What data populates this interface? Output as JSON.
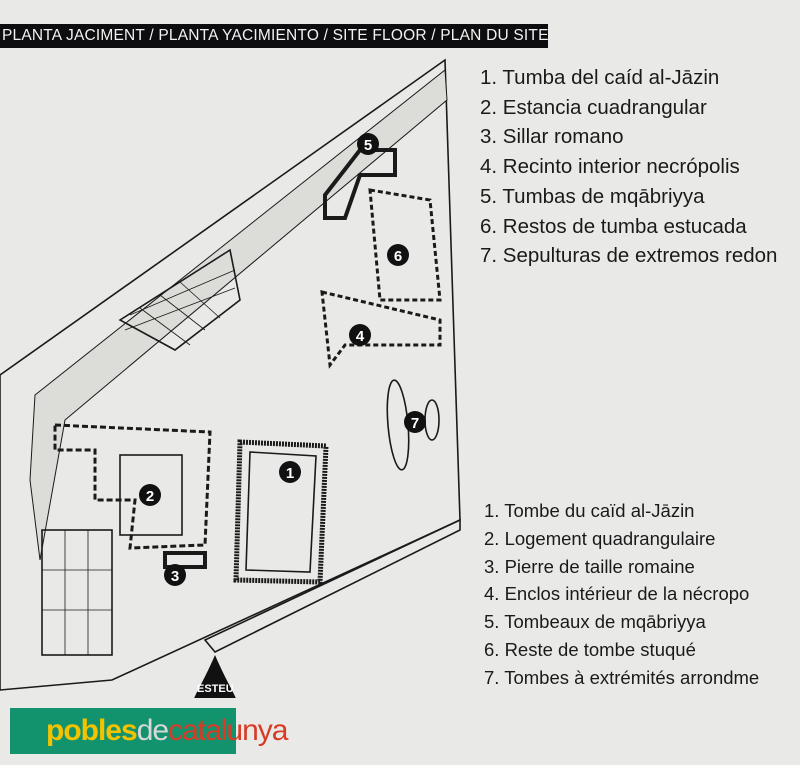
{
  "header": {
    "title": "PLANTA JACIMENT  /  PLANTA YACIMIENTO  /  SITE FLOOR  /  PLAN DU SITE"
  },
  "legend_es": [
    "1. Tumba del caíd al-Jāzin",
    "2. Estancia cuadrangular",
    "3. Sillar romano",
    "4. Recinto interior necrópolis",
    "5. Tumbas de mqābriyya",
    "6. Restos de tumba estucada",
    "7. Sepulturas de extremos redon"
  ],
  "legend_fr": [
    "1. Tombe du caïd al-Jāzin",
    "2. Logement quadrangulaire",
    "3. Pierre de taille romaine",
    "4. Enclos intérieur de la nécropo",
    "5. Tombeaux de mqābriyya",
    "6. Reste de tombe stuqué",
    "7. Tombes à extrémités arrondme"
  ],
  "markers": [
    "1",
    "2",
    "3",
    "4",
    "5",
    "6",
    "7"
  ],
  "north_marker": "ESTEU",
  "logo": {
    "part1": "pobles",
    "part2": "de",
    "part3": "catalunya"
  },
  "colors": {
    "banner": "#0d0d0f",
    "logo_bg": "#13926e",
    "logo_yellow": "#f3c300",
    "logo_red": "#d83a25"
  }
}
